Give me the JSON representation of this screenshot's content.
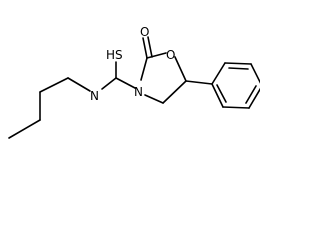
{
  "molecule": {
    "atoms": {
      "thione_s": "HS",
      "carbonyl_o": "O",
      "ring_o": "O",
      "ring_n": "N",
      "amide_n": "N"
    }
  },
  "colors": {
    "bond": "#000000",
    "label": "#000000",
    "background": "#ffffff"
  }
}
